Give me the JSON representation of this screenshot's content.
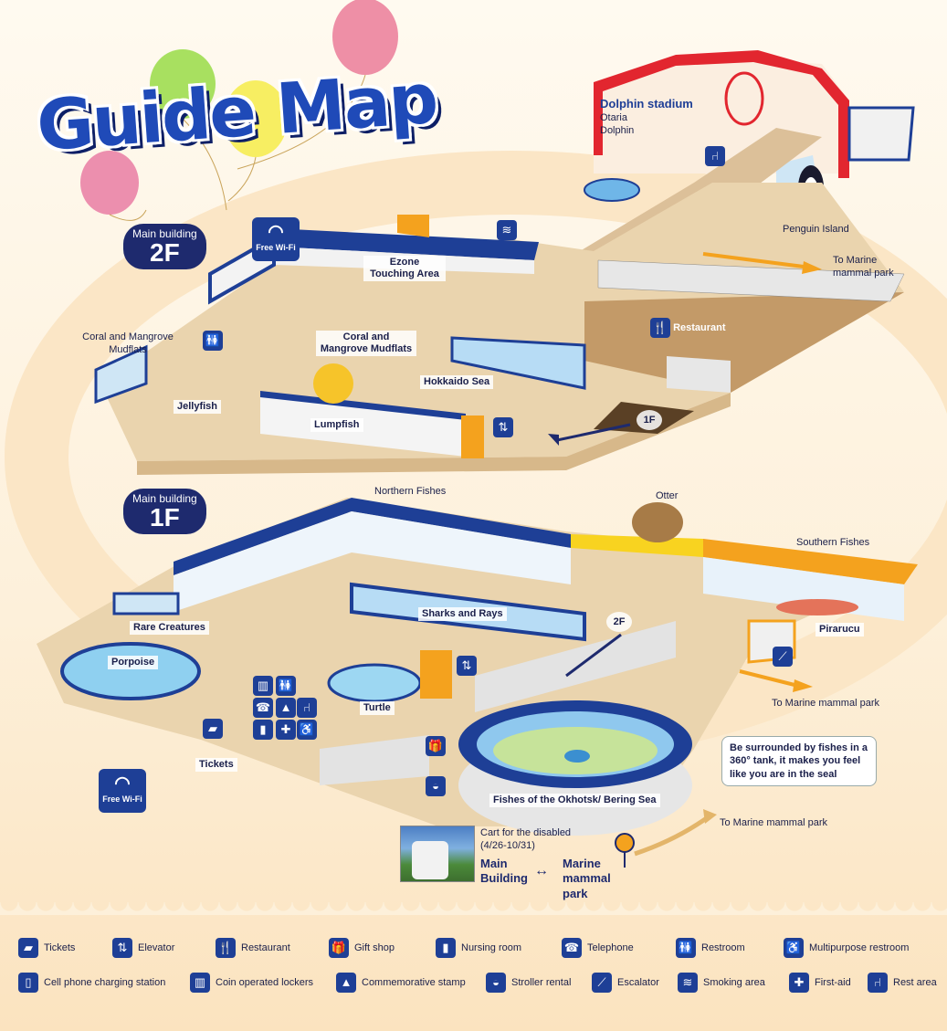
{
  "title": "Guide Map",
  "floors": {
    "f2": {
      "label": "Main building",
      "level": "2F"
    },
    "f1": {
      "label": "Main building",
      "level": "1F"
    }
  },
  "wifi_label": "Free Wi-Fi",
  "areas_2f": {
    "dolphin_stadium": "Dolphin stadium",
    "otaria": "Otaria",
    "dolphin": "Dolphin",
    "penguin_island": "Penguin Island",
    "to_marine_1": "To Marine mammal park",
    "ezone": "Ezone Touching Area",
    "coral_left": "Coral and Mangrove Mudflats",
    "coral_center": "Coral and Mangrove Mudflats",
    "restaurant": "Restaurant",
    "jellyfish": "Jellyfish",
    "lumpfish": "Lumpfish",
    "hokkaido_sea": "Hokkaido Sea",
    "to_1f": "1F"
  },
  "areas_1f": {
    "northern_fishes": "Northern Fishes",
    "otter": "Otter",
    "southern_fishes": "Southern Fishes",
    "rare_creatures": "Rare Creatures",
    "porpoise": "Porpoise",
    "sharks_rays": "Sharks and Rays",
    "to_2f": "2F",
    "pirarucu": "Pirarucu",
    "to_marine_2": "To Marine mammal park",
    "turtle": "Turtle",
    "tickets": "Tickets",
    "okhotsk": "Fishes of the Okhotsk/ Bering Sea",
    "bubble": "Be surrounded by fishes in a 360° tank, it makes you feel like you are in the seal",
    "to_marine_3": "To Marine mammal park"
  },
  "cart": {
    "title": "Cart for the disabled",
    "dates": "(4/26-10/31)",
    "from": "Main Building",
    "arrow": "↔",
    "to": "Marine mammal park"
  },
  "legend": [
    {
      "icon": "ticket-icon",
      "glyph": "▰",
      "label": "Tickets"
    },
    {
      "icon": "elevator-icon",
      "glyph": "⇅",
      "label": "Elevator"
    },
    {
      "icon": "restaurant-icon",
      "glyph": "🍴",
      "label": "Restaurant"
    },
    {
      "icon": "gift-icon",
      "glyph": "🎁",
      "label": "Gift shop"
    },
    {
      "icon": "nursing-icon",
      "glyph": "▮",
      "label": "Nursing room"
    },
    {
      "icon": "telephone-icon",
      "glyph": "☎",
      "label": "Telephone"
    },
    {
      "icon": "restroom-icon",
      "glyph": "🚻",
      "label": "Restroom"
    },
    {
      "icon": "multipurpose-restroom-icon",
      "glyph": "♿",
      "label": "Multipurpose restroom"
    },
    {
      "icon": "phone-charging-icon",
      "glyph": "▯",
      "label": "Cell phone charging station"
    },
    {
      "icon": "locker-icon",
      "glyph": "▥",
      "label": "Coin operated lockers"
    },
    {
      "icon": "stamp-icon",
      "glyph": "▲",
      "label": "Commemorative stamp"
    },
    {
      "icon": "stroller-icon",
      "glyph": "◒",
      "label": "Stroller rental"
    },
    {
      "icon": "escalator-icon",
      "glyph": "⟋",
      "label": "Escalator"
    },
    {
      "icon": "smoking-icon",
      "glyph": "≋",
      "label": "Smoking area"
    },
    {
      "icon": "first-aid-icon",
      "glyph": "✚",
      "label": "First-aid"
    },
    {
      "icon": "rest-area-icon",
      "glyph": "⑁",
      "label": "Rest area"
    }
  ],
  "colors": {
    "navy": "#1e2a6e",
    "blue": "#1e3f96",
    "floor": "#e9d2ac",
    "orange": "#f4a21e"
  }
}
